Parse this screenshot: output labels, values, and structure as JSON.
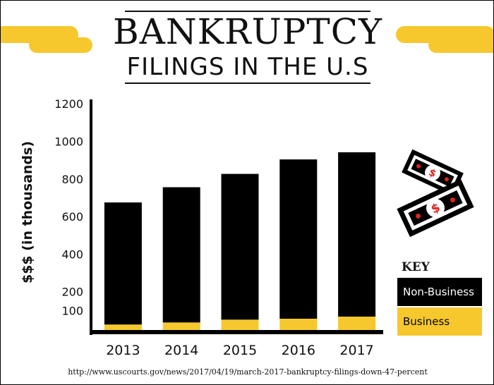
{
  "title": {
    "line1": "BANKRUPTCY",
    "line2": "FILINGS IN THE U.S"
  },
  "source": "http://www.uscourts.gov/news/2017/04/19/march-2017-bankruptcy-filings-down-47-percent",
  "legend": {
    "title": "KEY",
    "items": [
      "Non-Business",
      "Business"
    ]
  },
  "colors": {
    "non_business": "#000000",
    "business": "#F6C82D",
    "accent": "#F6C82D"
  },
  "icons": [
    "money-bills-icon"
  ],
  "chart_data": {
    "type": "bar",
    "stacked": true,
    "categories": [
      "2013",
      "2014",
      "2015",
      "2016",
      "2017"
    ],
    "series": [
      {
        "name": "Business",
        "values": [
          25,
          36,
          51,
          56,
          67
        ]
      },
      {
        "name": "Non-Business",
        "values": [
          650,
          720,
          776,
          848,
          875
        ]
      }
    ],
    "y_tick_labels": [
      "100",
      "200",
      "400",
      "600",
      "800",
      "1000",
      "1200"
    ],
    "ylabel": "$$$ (in thousands)",
    "xlabel": "",
    "ylim": [
      0,
      1200
    ],
    "grid": false,
    "legend_position": "right"
  }
}
